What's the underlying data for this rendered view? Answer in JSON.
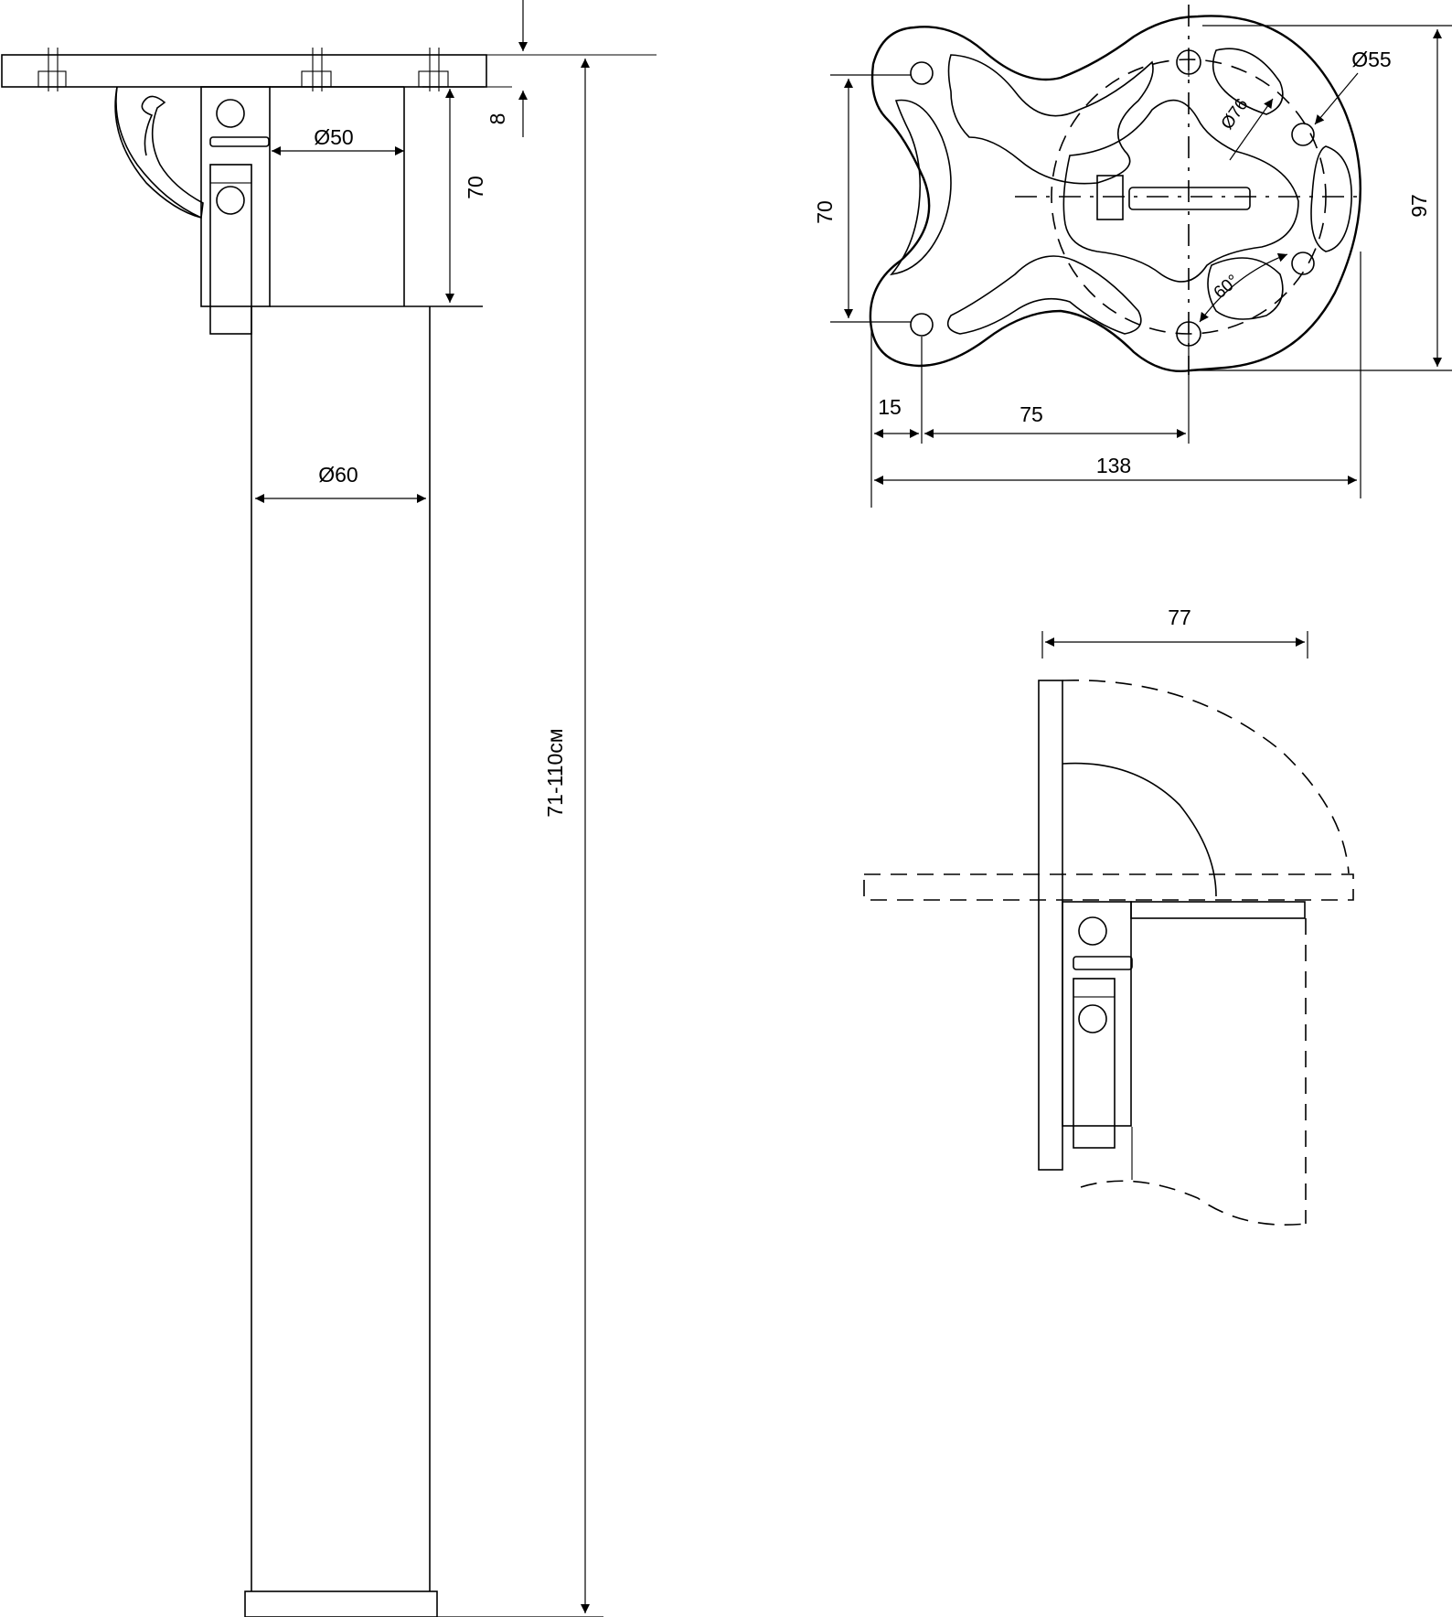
{
  "dimensions": {
    "side_view": {
      "tube_diameter": "Ø50",
      "leg_diameter": "Ø60",
      "bracket_height": "70",
      "plate_thickness": "8",
      "total_height": "71-110см"
    },
    "top_view": {
      "height_70": "70",
      "height_97": "97",
      "edge_15": "15",
      "spacing_75": "75",
      "width_138": "138",
      "hole_diameter": "Ø55",
      "circle_diameter": "Ø76",
      "angle": "60°"
    },
    "fold_view": {
      "swing_77": "77"
    }
  }
}
